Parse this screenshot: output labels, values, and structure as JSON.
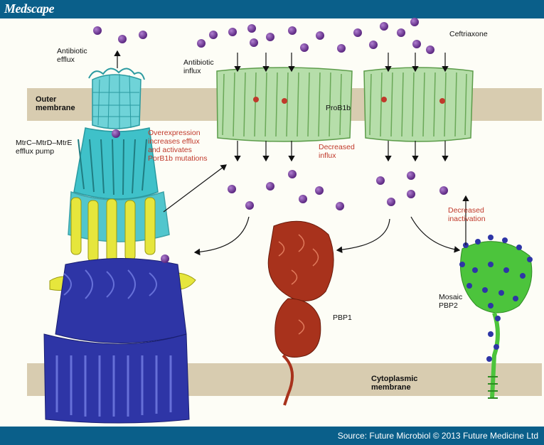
{
  "brand": {
    "logo": "Medscape"
  },
  "footer": {
    "source": "Source: Future Microbiol © 2013 Future Medicine Ltd"
  },
  "labels": {
    "antibiotic_efflux": "Antibiotic\nefflux",
    "antibiotic_influx": "Antibiotic\ninflux",
    "ceftriaxone": "Ceftriaxone",
    "outer_membrane": "Outer\nmembrane",
    "prob1b": "ProB1b",
    "efflux_pump": "MtrC–MtrD–MtrE\nefflux pump",
    "overexpression": "Overexpression\nincreases efflux\nand activates\nPorB1b mutations",
    "decreased_influx": "Decreased\ninflux",
    "decreased_inactivation": "Decreased\ninactivation",
    "pbp1": "PBP1",
    "mosaic_pbp2": "Mosaic\nPBP2",
    "cytoplasmic_membrane": "Cytoplasmic\nmembrane"
  },
  "colors": {
    "header": "#0a5f8a",
    "membrane": "#d8ccb0",
    "molecule": "#7b3fa0",
    "emphasis_text": "#c0392b",
    "pump_cyan": "#3fc1c9",
    "pump_yellow": "#e6e63c",
    "pump_blue": "#2e35a6",
    "porin_green": "#9fd08a",
    "pbp1_red": "#a8321c",
    "pbp2_green": "#4cc43c"
  }
}
